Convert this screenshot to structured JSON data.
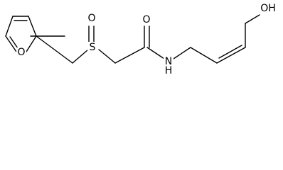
{
  "molecule": {
    "atoms": {
      "furan_oxygen": "O",
      "sulfur": "S",
      "sulfoxide_oxygen": "O",
      "carbonyl_oxygen": "O",
      "amide_nitrogen": "N",
      "amide_hydrogen": "H",
      "hydroxyl": "OH"
    }
  }
}
